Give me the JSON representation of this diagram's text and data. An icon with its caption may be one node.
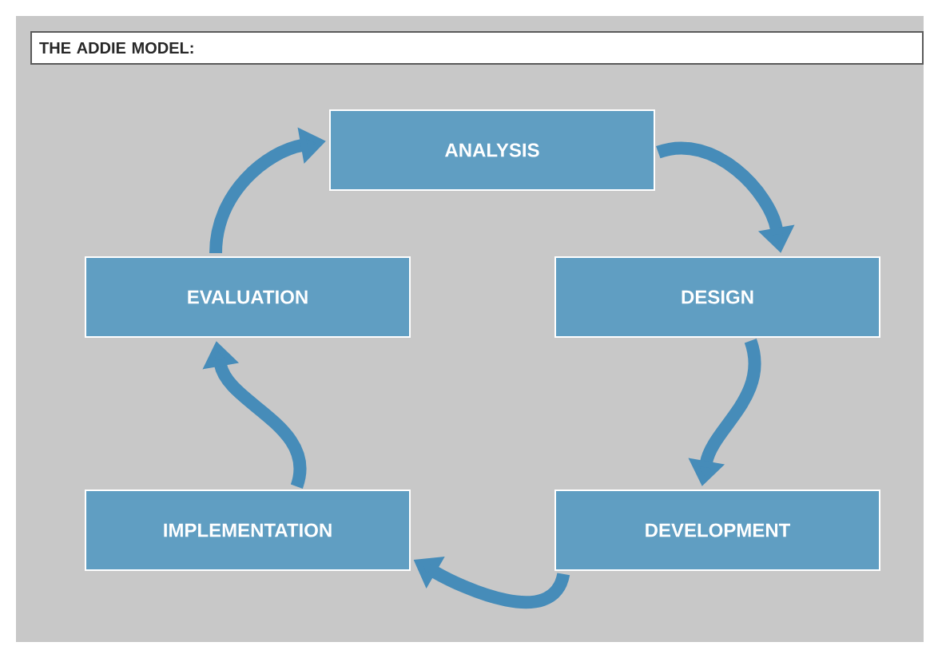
{
  "diagram": {
    "title": "THE ADDIE MODEL:",
    "nodes": [
      {
        "text": [
          "ANALYSIS"
        ]
      },
      {
        "text": [
          "DESIGN"
        ]
      },
      {
        "text": [
          "DEVELOPMENT"
        ]
      },
      {
        "text": [
          "IMPLEMENTATION"
        ]
      },
      {
        "text": [
          "EVALUATION"
        ]
      }
    ],
    "edges": [
      {
        "from": 0,
        "to": 1,
        "arrow": "to"
      },
      {
        "from": 1,
        "to": 2,
        "arrow": "to"
      },
      {
        "from": 2,
        "to": 3,
        "arrow": "to"
      },
      {
        "from": 3,
        "to": 4,
        "arrow": "to"
      },
      {
        "from": 4,
        "to": 0,
        "arrow": "to"
      }
    ]
  }
}
